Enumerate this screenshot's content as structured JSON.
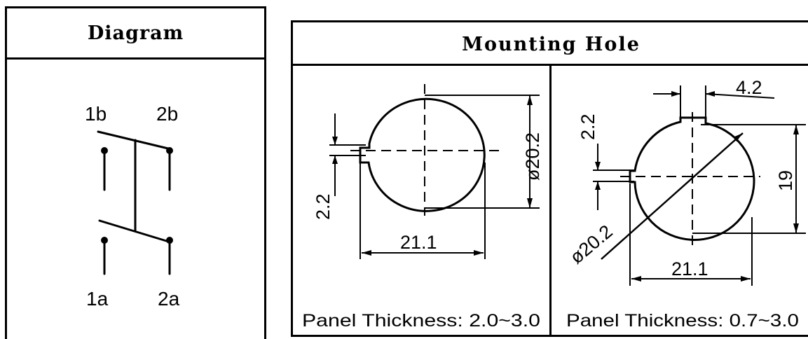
{
  "diagram": {
    "title": "Diagram",
    "labels": {
      "t_1b": "1b",
      "t_2b": "2b",
      "t_1a": "1a",
      "t_2a": "2a"
    }
  },
  "mounting": {
    "title": "Mounting Hole",
    "left": {
      "dim_notch": "2.2",
      "dim_diameter": "ø20.2",
      "dim_width": "21.1",
      "panel_thickness": "Panel Thickness: 2.0~3.0"
    },
    "right": {
      "dim_key_width": "4.2",
      "dim_notch": "2.2",
      "dim_height": "19",
      "dim_diameter": "ø20.2",
      "dim_width": "21.1",
      "panel_thickness": "Panel Thickness: 0.7~3.0"
    }
  }
}
